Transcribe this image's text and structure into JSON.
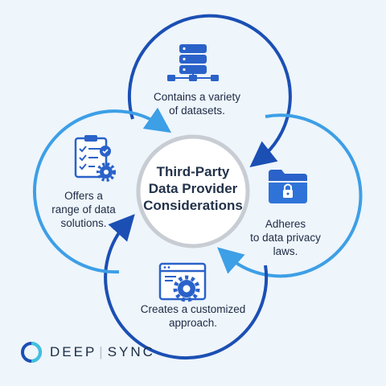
{
  "center": {
    "line1": "Third-Party",
    "line2": "Data Provider",
    "line3": "Considerations"
  },
  "items": {
    "top": {
      "line1": "Contains a variety",
      "line2": "of datasets.",
      "icon": "database-server-icon"
    },
    "right": {
      "line1": "Adheres",
      "line2": "to data privacy",
      "line3": "laws.",
      "icon": "locked-folder-icon"
    },
    "bottom": {
      "line1": "Creates a customized",
      "line2": "approach.",
      "icon": "browser-gear-icon"
    },
    "left": {
      "line1": "Offers a",
      "line2": "range of data",
      "line3": "solutions.",
      "icon": "clipboard-checklist-icon"
    }
  },
  "brand": {
    "left": "DEEP",
    "right": "SYNC"
  },
  "colors": {
    "dark_blue": "#1b4fb4",
    "light_blue": "#3d9fe6",
    "icon_blue": "#2a62c9",
    "text": "#1d2a44",
    "background": "#eef5fb",
    "center_ring": "#c8ccd3"
  }
}
